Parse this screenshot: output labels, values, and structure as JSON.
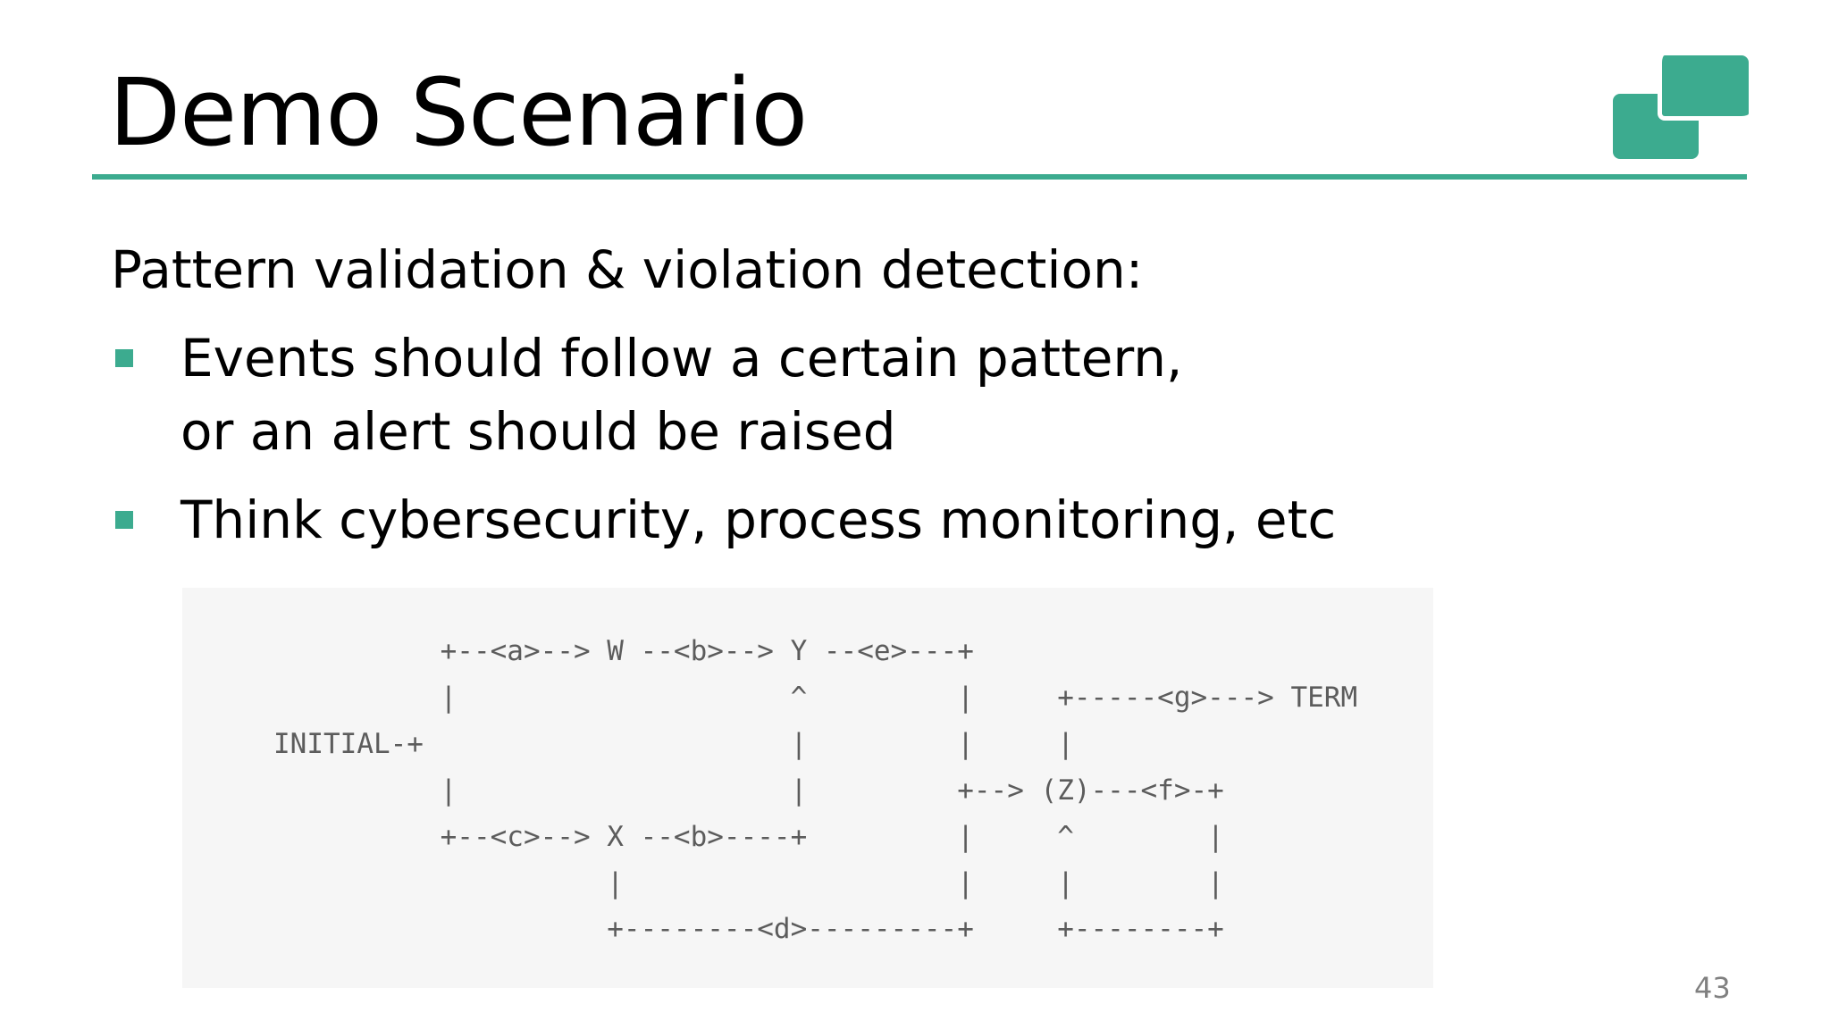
{
  "slide": {
    "title": "Demo Scenario",
    "intro": "Pattern validation & violation detection:",
    "bullets": [
      {
        "lines": [
          "Events should follow a certain pattern,",
          "or an alert should be raised"
        ]
      },
      {
        "lines": [
          "Think cybersecurity, process monitoring, etc"
        ]
      }
    ],
    "diagram_ascii": "          +--<a>--> W --<b>--> Y --<e>---+\n          |                    ^         |     +-----<g>---> TERM\nINITIAL-+                      |         |     |\n          |                    |         +--> (Z)---<f>-+\n          +--<c>--> X --<b>----+         |     ^        |\n                    |                    |     |        |\n                    +--------<d>---------+     +--------+",
    "page_number": "43"
  },
  "colors": {
    "accent": "#3cab8f",
    "diagram_background": "#f6f6f6",
    "diagram_text": "#5c5c5c",
    "page_number": "#808080"
  },
  "icons": {
    "logo": "two-overlapping-rounded-rectangles-logo",
    "bullet": "square-bullet-icon"
  }
}
